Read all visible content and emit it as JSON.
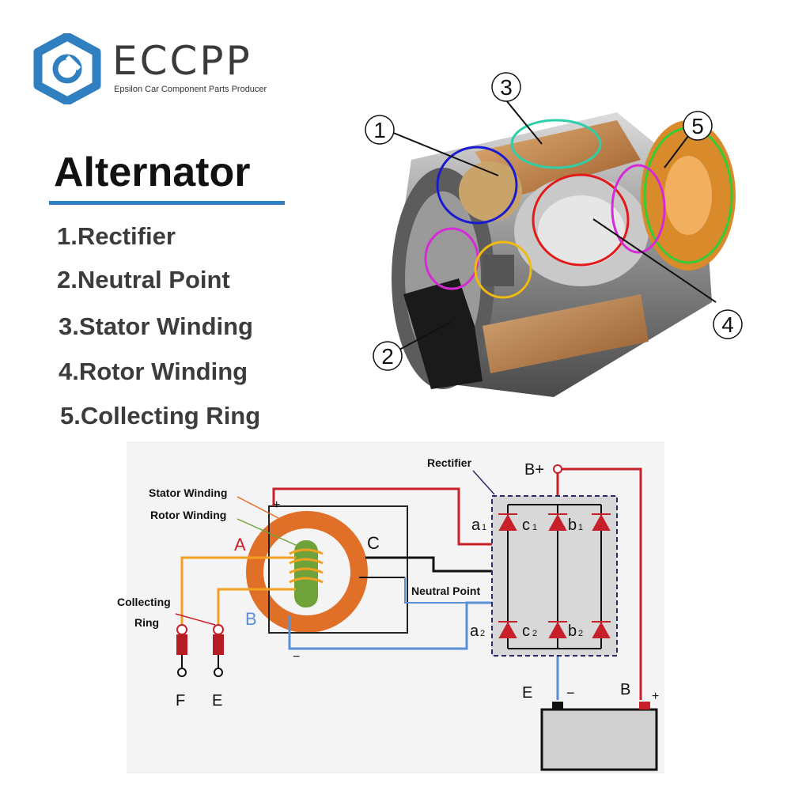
{
  "brand": {
    "name": "EϹϹPP",
    "tagline": "Epsilon Car Component Parts Producer",
    "accent_color": "#2f7fc1"
  },
  "title": "Alternator",
  "legend": [
    "1.Rectifier",
    "2.Neutral Point",
    "3.Stator Winding",
    "4.Rotor Winding",
    "5.Collecting Ring"
  ],
  "illustration": {
    "callouts": [
      "1",
      "2",
      "3",
      "4",
      "5"
    ]
  },
  "schematic": {
    "labels": {
      "rectifier": "Rectifier",
      "stator_winding": "Stator Winding",
      "rotor_winding": "Rotor Winding",
      "collecting_ring_1": "Collecting",
      "collecting_ring_2": "Ring",
      "neutral_point": "Neutral Point"
    },
    "phase_labels": {
      "a": "A",
      "b": "B",
      "c": "C"
    },
    "diodes": {
      "a1": "a",
      "a1_sub": "1",
      "c1": "c",
      "c1_sub": "1",
      "b1": "b",
      "b1_sub": "1",
      "a2": "a",
      "a2_sub": "2",
      "c2": "c",
      "c2_sub": "2",
      "b2": "b",
      "b2_sub": "2"
    },
    "terminals": {
      "b_plus": "B+",
      "f": "F",
      "e": "E",
      "battery_e": "E",
      "battery_b": "B"
    },
    "signs": {
      "plus": "+",
      "minus": "−",
      "batt_minus": "−",
      "batt_plus": "+"
    }
  }
}
